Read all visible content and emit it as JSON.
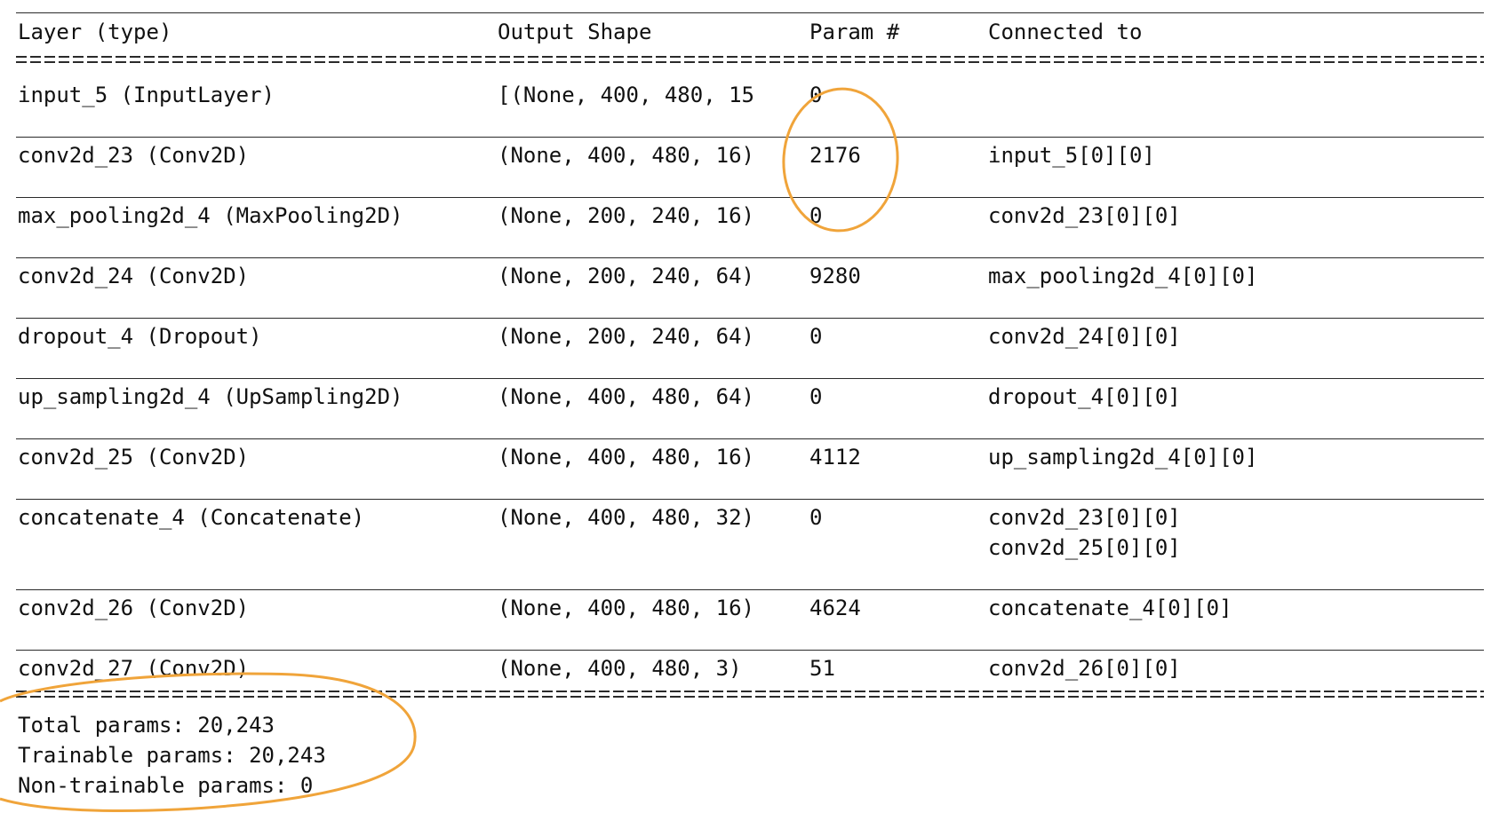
{
  "header": {
    "layer": "Layer (type)",
    "shape": "Output Shape",
    "param": "Param #",
    "connected": "Connected to"
  },
  "rows": [
    {
      "layer": "input_5 (InputLayer)",
      "shape": "[(None, 400, 480, 15",
      "param": "0",
      "connected": []
    },
    {
      "layer": "conv2d_23 (Conv2D)",
      "shape": "(None, 400, 480, 16)",
      "param": "2176",
      "connected": [
        "input_5[0][0]"
      ]
    },
    {
      "layer": "max_pooling2d_4 (MaxPooling2D)",
      "shape": "(None, 200, 240, 16)",
      "param": "0",
      "connected": [
        "conv2d_23[0][0]"
      ]
    },
    {
      "layer": "conv2d_24 (Conv2D)",
      "shape": "(None, 200, 240, 64)",
      "param": "9280",
      "connected": [
        "max_pooling2d_4[0][0]"
      ]
    },
    {
      "layer": "dropout_4 (Dropout)",
      "shape": "(None, 200, 240, 64)",
      "param": "0",
      "connected": [
        "conv2d_24[0][0]"
      ]
    },
    {
      "layer": "up_sampling2d_4 (UpSampling2D)",
      "shape": "(None, 400, 480, 64)",
      "param": "0",
      "connected": [
        "dropout_4[0][0]"
      ]
    },
    {
      "layer": "conv2d_25 (Conv2D)",
      "shape": "(None, 400, 480, 16)",
      "param": "4112",
      "connected": [
        "up_sampling2d_4[0][0]"
      ]
    },
    {
      "layer": "concatenate_4 (Concatenate)",
      "shape": "(None, 400, 480, 32)",
      "param": "0",
      "connected": [
        "conv2d_23[0][0]",
        "conv2d_25[0][0]"
      ]
    },
    {
      "layer": "conv2d_26 (Conv2D)",
      "shape": "(None, 400, 480, 16)",
      "param": "4624",
      "connected": [
        "concatenate_4[0][0]"
      ]
    },
    {
      "layer": "conv2d_27 (Conv2D)",
      "shape": "(None, 400, 480, 3)",
      "param": "51",
      "connected": [
        "conv2d_26[0][0]"
      ]
    }
  ],
  "totals": [
    "Total params: 20,243",
    "Trainable params: 20,243",
    "Non-trainable params: 0"
  ],
  "colors": {
    "text": "#111111",
    "rule": "#2a2a2a",
    "highlight": "#f0a43a",
    "background": "#ffffff"
  }
}
